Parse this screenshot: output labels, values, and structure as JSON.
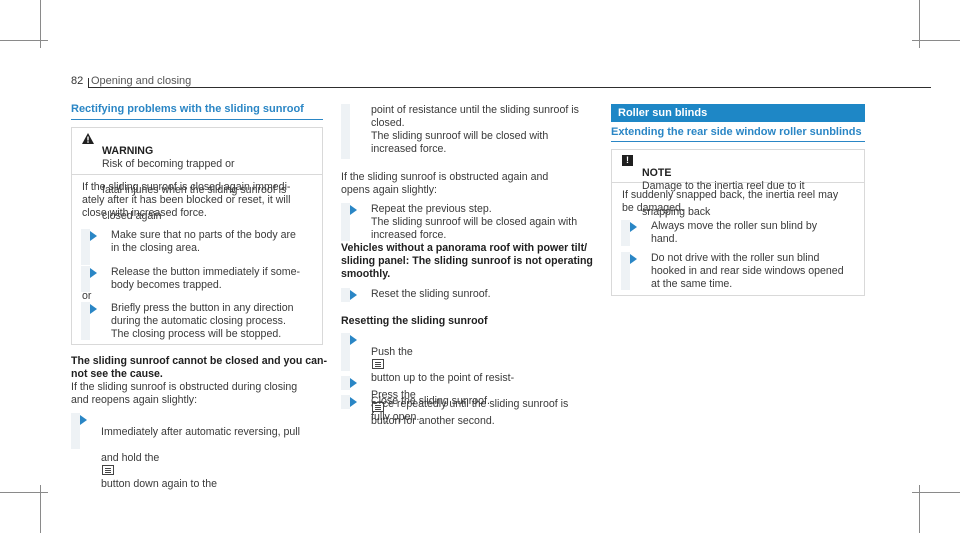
{
  "page": {
    "number": "82",
    "title": "Opening and closing"
  },
  "left": {
    "section_title": "Rectifying problems with the sliding sunroof",
    "warning": {
      "label": "WARNING",
      "text1": "Risk of becoming trapped or",
      "text2": "fatal injuries when the sliding sunroof is",
      "text3": "closed again",
      "body": "If the sliding sunroof is closed again immedi‑\nately after it has been blocked or reset, it will\nclose with increased force.",
      "steps": [
        "Make sure that no parts of the body are\nin the closing area.",
        "Release the button immediately if some‑\nbody becomes trapped."
      ],
      "or_label": "or",
      "step3": "Briefly press the button in any direction\nduring the automatic closing process.\nThe closing process will be stopped."
    },
    "subheading": "The sliding sunroof cannot be closed and you can‑\nnot see the cause.",
    "sub_body": "If the sliding sunroof is obstructed during closing\nand reopens again slightly:",
    "final_step_a": "Immediately after automatic reversing, pull",
    "final_step_b_pre": "and hold the",
    "final_step_b_post": "button down again to the"
  },
  "middle": {
    "cont_text": "point of resistance until the sliding sunroof is\nclosed.\nThe sliding sunroof will be closed with\nincreased force.",
    "para": "If the sliding sunroof is obstructed again and\nopens again slightly:",
    "step1": "Repeat the previous step.\nThe sliding sunroof will be closed again with\nincreased force.",
    "subheading": "Vehicles without a panorama roof with power tilt/\nsliding panel: The sliding sunroof is not operating\nsmoothly.",
    "step2": "Reset the sliding sunroof.",
    "reset_heading": "Resetting the sliding sunroof",
    "reset_steps": {
      "s1_pre": "Push the",
      "s1_post": "button up to the point of resist‑",
      "s1_rest": "ance repeatedly until the sliding sunroof is\nfully open.",
      "s2_pre": "Press the",
      "s2_post": "button for another second.",
      "s3": "Close the sliding sunroof."
    }
  },
  "right": {
    "banner": "Roller sun blinds",
    "section_title": "Extending the rear side window roller sunblinds",
    "note": {
      "label": "NOTE",
      "text1": "Damage to the inertia reel due to it",
      "text2": "snapping back",
      "body": "If suddenly snapped back, the inertia reel may\nbe damaged.",
      "steps": [
        "Always move the roller sun blind by\nhand.",
        "Do not drive with the roller sun blind\nhooked in and rear side windows opened\nat the same time."
      ]
    }
  },
  "colors": {
    "accent": "#2a86c5",
    "banner": "#1e87c6"
  }
}
